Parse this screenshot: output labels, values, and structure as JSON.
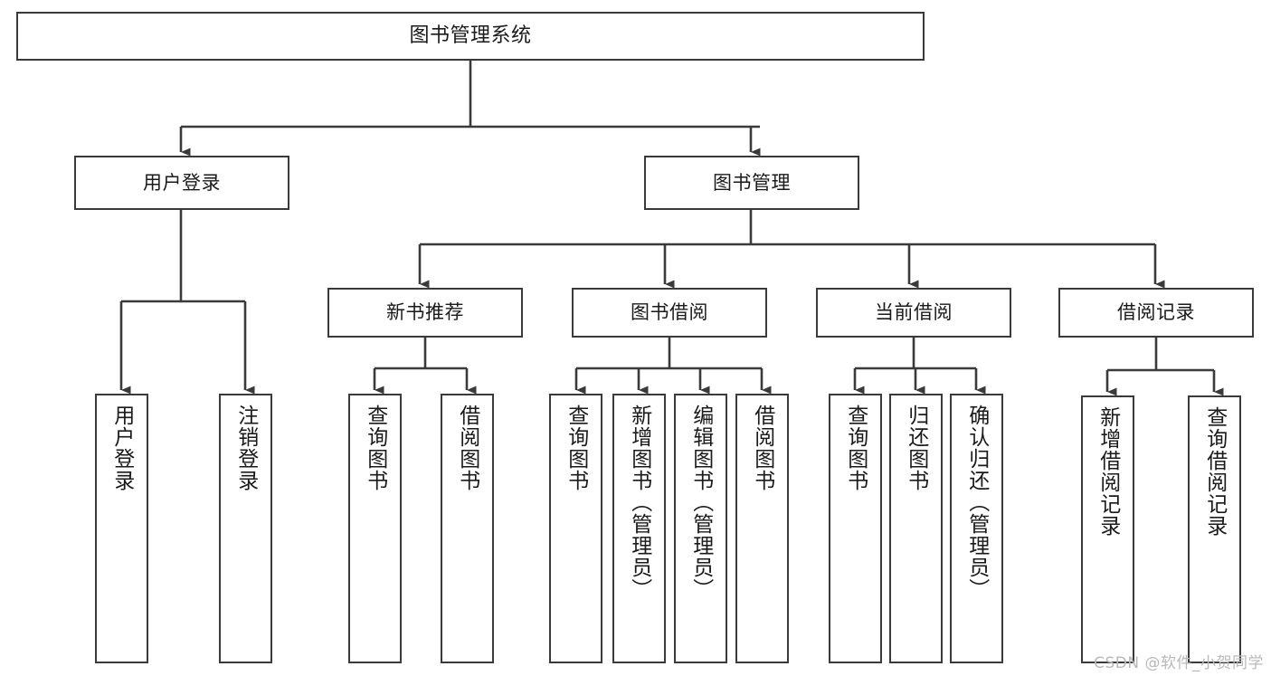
{
  "diagram": {
    "type": "tree-hierarchy",
    "title": "图书管理系统",
    "orientation": "top-down",
    "colors": {
      "node_border": "#3a3a3a",
      "node_fill": "#ffffff",
      "connector": "#3a3a3a",
      "text": "#1a1a1a",
      "watermark": "#b9b9b9",
      "background": "#ffffff"
    },
    "nodes": {
      "root": {
        "label": "图书管理系统",
        "level": 0
      },
      "user_login": {
        "label": "用户登录",
        "level": 1
      },
      "book_manage": {
        "label": "图书管理",
        "level": 1
      },
      "new_book_rec": {
        "label": "新书推荐",
        "level": 2
      },
      "book_borrow": {
        "label": "图书借阅",
        "level": 2
      },
      "current_borrow": {
        "label": "当前借阅",
        "level": 2
      },
      "borrow_record": {
        "label": "借阅记录",
        "level": 2
      },
      "leaf_user_login": {
        "label": "用户登录",
        "level": 3
      },
      "leaf_logout": {
        "label": "注销登录",
        "level": 3
      },
      "leaf_query_book_1": {
        "label": "查询图书",
        "level": 3
      },
      "leaf_borrow_book_1": {
        "label": "借阅图书",
        "level": 3
      },
      "leaf_query_book_2": {
        "label": "查询图书",
        "level": 3
      },
      "leaf_add_book": {
        "label": "新增图书（管理员）",
        "level": 3
      },
      "leaf_edit_book": {
        "label": "编辑图书（管理员）",
        "level": 3
      },
      "leaf_borrow_book_2": {
        "label": "借阅图书",
        "level": 3
      },
      "leaf_query_book_3": {
        "label": "查询图书",
        "level": 3
      },
      "leaf_return_book": {
        "label": "归还图书",
        "level": 3
      },
      "leaf_confirm_return": {
        "label": "确认归还（管理员）",
        "level": 3
      },
      "leaf_add_record": {
        "label": "新增借阅记录",
        "level": 3
      },
      "leaf_query_record": {
        "label": "查询借阅记录",
        "level": 3
      }
    },
    "edges": [
      {
        "from": "root",
        "to": "user_login"
      },
      {
        "from": "root",
        "to": "book_manage"
      },
      {
        "from": "user_login",
        "to": "leaf_user_login"
      },
      {
        "from": "user_login",
        "to": "leaf_logout"
      },
      {
        "from": "book_manage",
        "to": "new_book_rec"
      },
      {
        "from": "book_manage",
        "to": "book_borrow"
      },
      {
        "from": "book_manage",
        "to": "current_borrow"
      },
      {
        "from": "book_manage",
        "to": "borrow_record"
      },
      {
        "from": "new_book_rec",
        "to": "leaf_query_book_1"
      },
      {
        "from": "new_book_rec",
        "to": "leaf_borrow_book_1"
      },
      {
        "from": "book_borrow",
        "to": "leaf_query_book_2"
      },
      {
        "from": "book_borrow",
        "to": "leaf_add_book"
      },
      {
        "from": "book_borrow",
        "to": "leaf_edit_book"
      },
      {
        "from": "book_borrow",
        "to": "leaf_borrow_book_2"
      },
      {
        "from": "current_borrow",
        "to": "leaf_query_book_3"
      },
      {
        "from": "current_borrow",
        "to": "leaf_return_book"
      },
      {
        "from": "current_borrow",
        "to": "leaf_confirm_return"
      },
      {
        "from": "borrow_record",
        "to": "leaf_add_record"
      },
      {
        "from": "borrow_record",
        "to": "leaf_query_record"
      }
    ]
  },
  "watermark": {
    "text": "CSDN @软件_小贺同学"
  }
}
